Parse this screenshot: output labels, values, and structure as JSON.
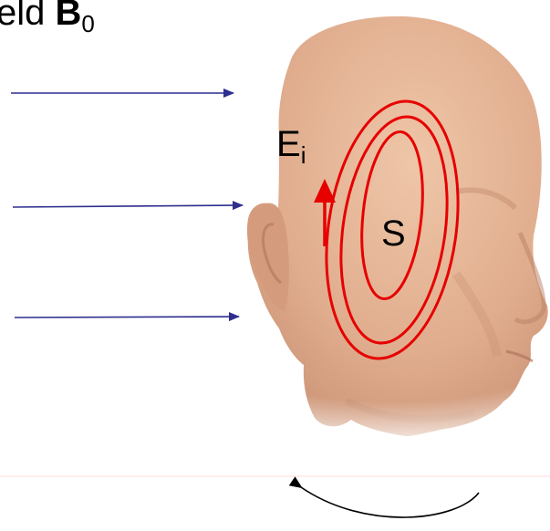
{
  "title": {
    "prefix": "eld ",
    "symbol": "B",
    "subscript": "0"
  },
  "labels": {
    "induced_field_symbol": "E",
    "induced_field_subscript": "i",
    "surface": "S"
  },
  "colors": {
    "field_arrows": "#2e2e8f",
    "current_loops": "#e60000",
    "skin": "#e3b193",
    "rotation_arrow": "#000000"
  }
}
